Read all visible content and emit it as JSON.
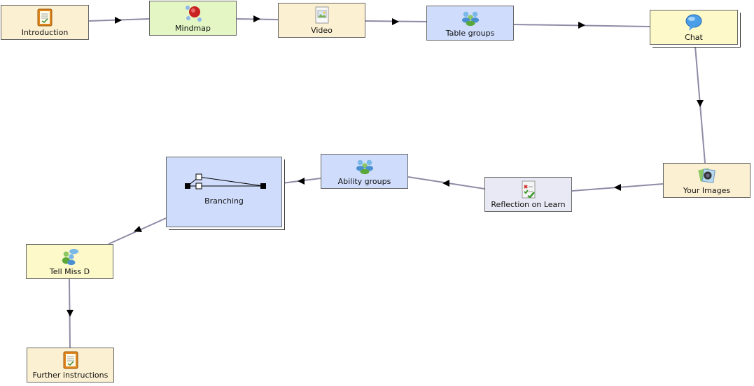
{
  "nodes": {
    "introduction": {
      "label": "Introduction",
      "icon": "notebook-icon"
    },
    "mindmap": {
      "label": "Mindmap",
      "icon": "mindmap-icon"
    },
    "video": {
      "label": "Video",
      "icon": "image-page-icon"
    },
    "table_groups": {
      "label": "Table groups",
      "icon": "group-icon"
    },
    "chat": {
      "label": "Chat",
      "icon": "speech-bubble-icon"
    },
    "your_images": {
      "label": "Your Images",
      "icon": "image-gallery-icon"
    },
    "reflection": {
      "label": "Reflection on Learn",
      "icon": "checklist-icon"
    },
    "ability_groups": {
      "label": "Ability groups",
      "icon": "group-icon"
    },
    "branching": {
      "label": "Branching",
      "icon": "branching-icon"
    },
    "tell_miss_d": {
      "label": "Tell Miss D",
      "icon": "chat-users-icon"
    },
    "further_instructions": {
      "label": "Further instructions",
      "icon": "notebook-icon"
    }
  },
  "colors": {
    "edge": "#8f8aa6",
    "arrow": "#000000",
    "tan": "#fcf0d2",
    "green": "#e3f6c4",
    "blue": "#cfdcfb",
    "yellow": "#fdf9c9",
    "lavender": "#e9e9f5"
  }
}
